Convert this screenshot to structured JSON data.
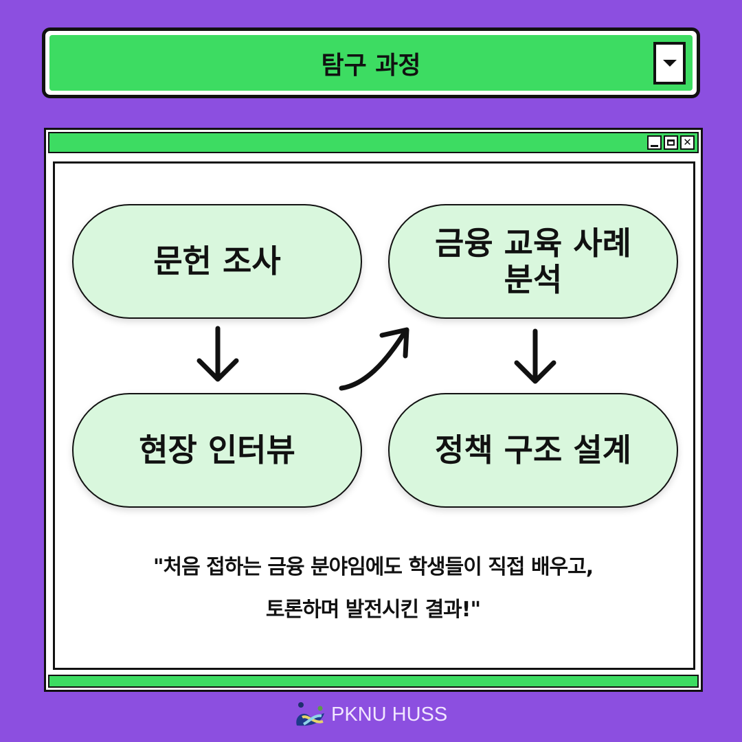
{
  "header": {
    "title": "탐구 과정",
    "dropdown_icon": "triangle-down-icon"
  },
  "window": {
    "controls": [
      "minimize",
      "maximize",
      "close"
    ]
  },
  "steps": [
    {
      "label": "문헌 조사"
    },
    {
      "label": "금융 교육 사례 분석"
    },
    {
      "label": "현장 인터뷰"
    },
    {
      "label": "정책 구조 설계"
    }
  ],
  "quote": {
    "line1": "\"처음 접하는 금융 분야임에도 학생들이 직접 배우고,",
    "line2": "토론하며 발전시킨 결과!\""
  },
  "footer": {
    "brand": "PKNU HUSS"
  }
}
